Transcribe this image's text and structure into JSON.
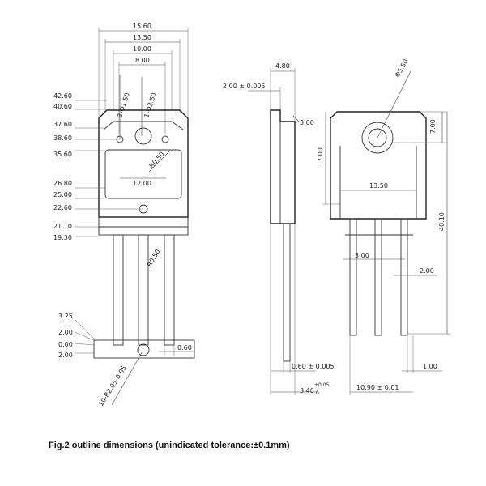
{
  "caption": "Fig.2 outline dimensions (unindicated tolerance:±0.1mm)",
  "front_view": {
    "widths": [
      "15.60",
      "13.50",
      "10.00",
      "8.00"
    ],
    "heights_left": [
      "42.60",
      "40.60",
      "37.60",
      "38.60",
      "35.60",
      "26.80",
      "25.00",
      "22.60",
      "21.10",
      "19.30",
      "3.25",
      "2.00",
      "0.00",
      "2.00"
    ],
    "hole_labels": [
      "3-Φ1.50",
      "1-Φ3.50"
    ],
    "radius_top": "R0.50",
    "radius_lead": "R0.50",
    "window_width": "12.00",
    "lead_pitch": "0.60",
    "lead_pin": "10-R2.05-0.05"
  },
  "side_view": {
    "thickness": "4.80",
    "tab_thickness": "2.00 ± 0.005",
    "chamfer": "3.00",
    "lead_thickness": "0.60 ± 0.005",
    "standoff_base": "3.40",
    "standoff_tol_upper": "+0.05",
    "standoff_tol_lower": "0"
  },
  "end_view": {
    "hole": "Φ5.50",
    "hole_offset": "7.00",
    "body_height": "17.00",
    "tab_width": "13.50",
    "total_height": "40.10",
    "lead_spacing": "3.00",
    "lead_width": "2.00",
    "lead_thickness": "1.00",
    "overall_width": "10.90 ± 0.01"
  }
}
